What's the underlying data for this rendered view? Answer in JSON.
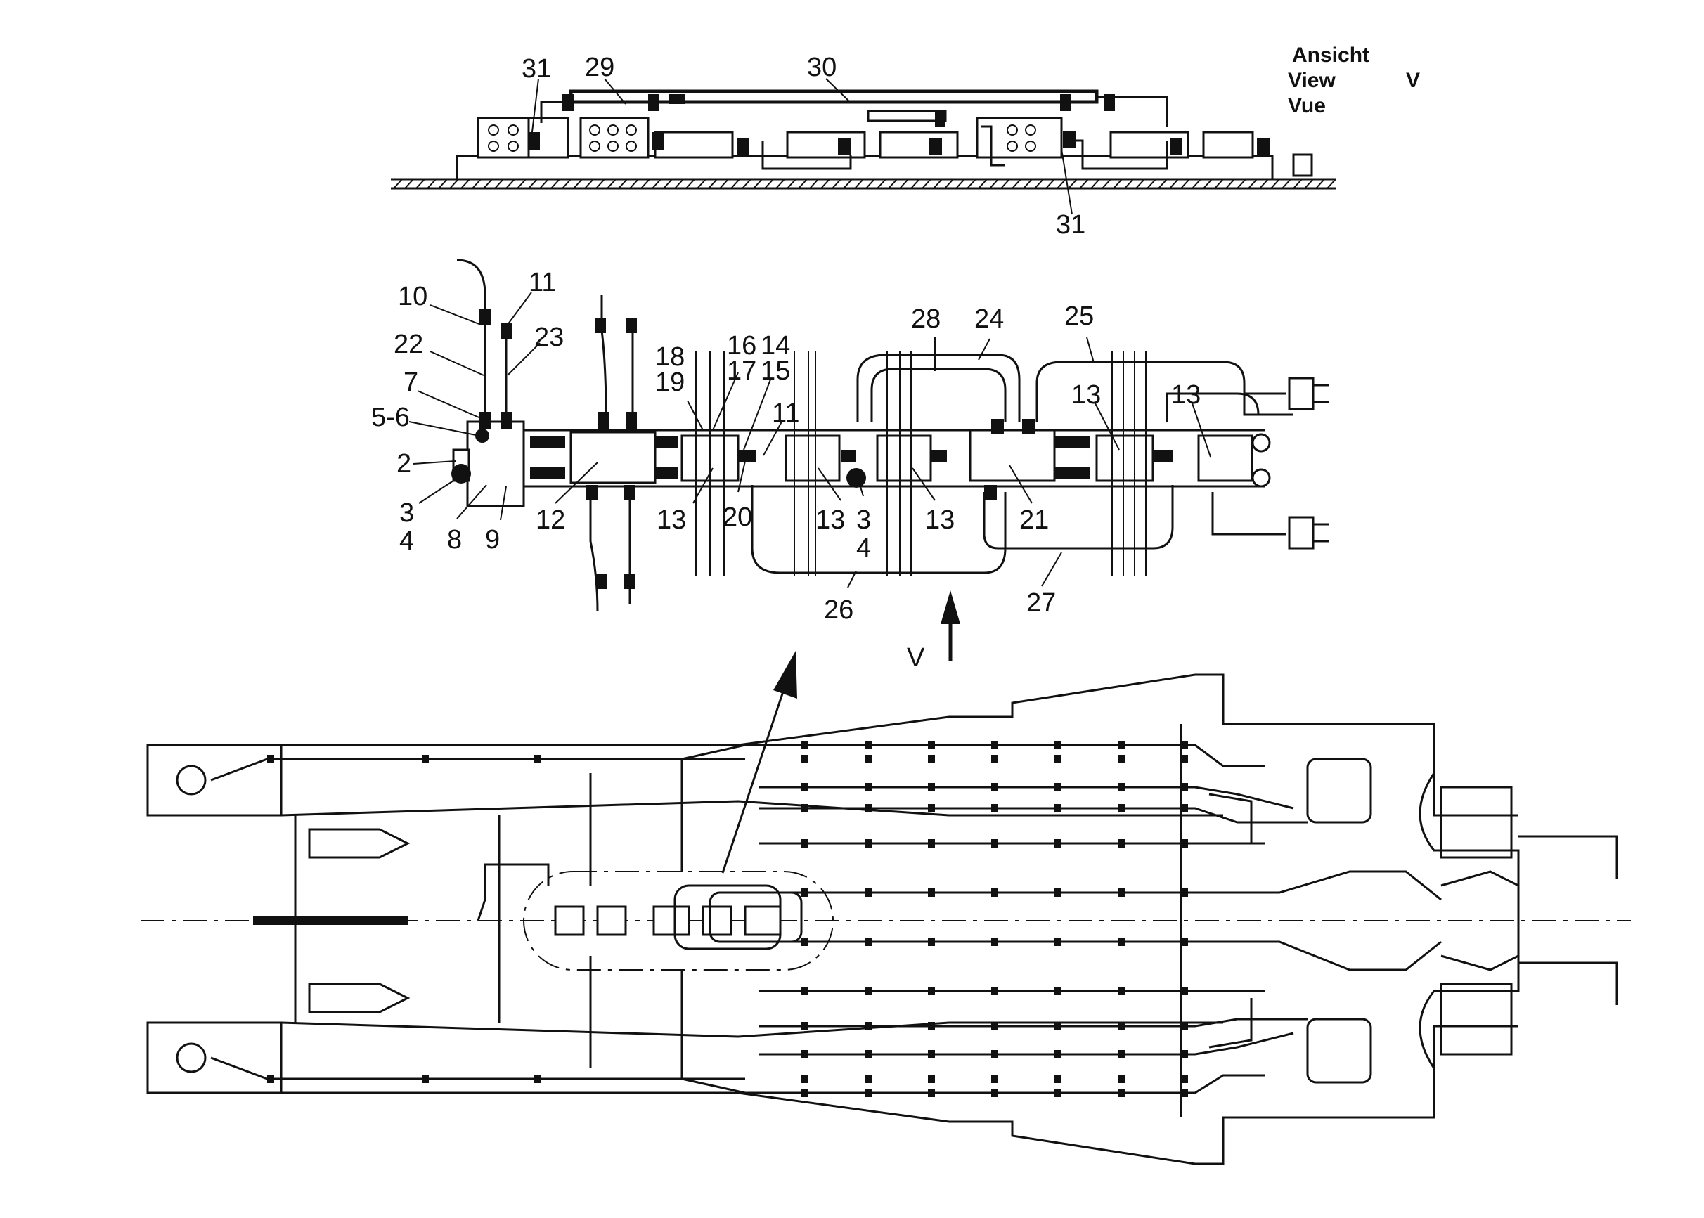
{
  "view_caption": {
    "line1": "Ansicht",
    "line2": "View",
    "line3": "Vue",
    "letter": "V"
  },
  "view_arrow_letter": "V",
  "colors": {
    "ink": "#111111",
    "paper": "#ffffff"
  },
  "callouts_top": [
    {
      "id": "c31a",
      "text": "31"
    },
    {
      "id": "c29",
      "text": "29"
    },
    {
      "id": "c30",
      "text": "30"
    },
    {
      "id": "c31b",
      "text": "31"
    }
  ],
  "callouts_middle": [
    {
      "id": "c10",
      "text": "10"
    },
    {
      "id": "c11a",
      "text": "11"
    },
    {
      "id": "c22",
      "text": "22"
    },
    {
      "id": "c23",
      "text": "23"
    },
    {
      "id": "c7",
      "text": "7"
    },
    {
      "id": "c56",
      "text": "5-6"
    },
    {
      "id": "c2",
      "text": "2"
    },
    {
      "id": "c3a",
      "text": "3"
    },
    {
      "id": "c4a",
      "text": "4"
    },
    {
      "id": "c8",
      "text": "8"
    },
    {
      "id": "c9",
      "text": "9"
    },
    {
      "id": "c12",
      "text": "12"
    },
    {
      "id": "c18",
      "text": "18"
    },
    {
      "id": "c19",
      "text": "19"
    },
    {
      "id": "c16",
      "text": "16"
    },
    {
      "id": "c17",
      "text": "17"
    },
    {
      "id": "c14",
      "text": "14"
    },
    {
      "id": "c15",
      "text": "15"
    },
    {
      "id": "c11b",
      "text": "11"
    },
    {
      "id": "c13a",
      "text": "13"
    },
    {
      "id": "c20",
      "text": "20"
    },
    {
      "id": "c13b",
      "text": "13"
    },
    {
      "id": "c3b",
      "text": "3"
    },
    {
      "id": "c4b",
      "text": "4"
    },
    {
      "id": "c13c",
      "text": "13"
    },
    {
      "id": "c26",
      "text": "26"
    },
    {
      "id": "c28",
      "text": "28"
    },
    {
      "id": "c24",
      "text": "24"
    },
    {
      "id": "c25",
      "text": "25"
    },
    {
      "id": "c13d",
      "text": "13"
    },
    {
      "id": "c13e",
      "text": "13"
    },
    {
      "id": "c21",
      "text": "21"
    },
    {
      "id": "c27",
      "text": "27"
    }
  ]
}
